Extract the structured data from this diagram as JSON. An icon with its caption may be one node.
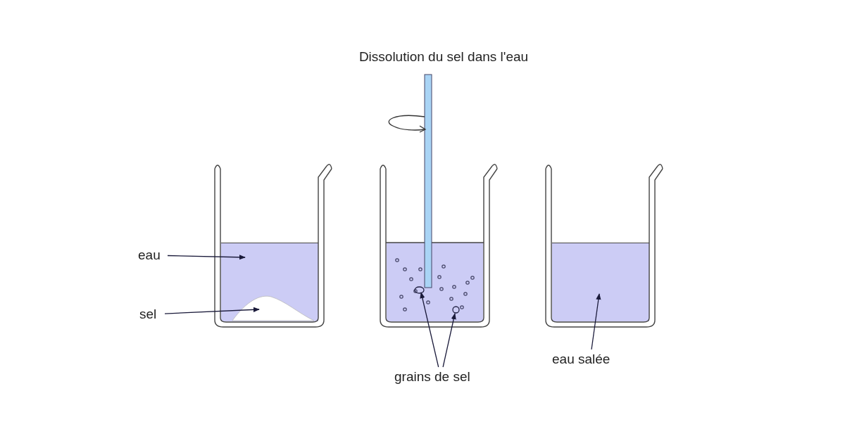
{
  "diagram": {
    "title": "Dissolution du sel dans l'eau",
    "nodes": [
      {
        "text": [
          "eau"
        ]
      },
      {
        "text": [
          "sel"
        ]
      },
      {
        "text": [
          "grains de sel"
        ]
      },
      {
        "text": [
          "eau salée"
        ]
      },
      {
        "text": [],
        "shape": "box"
      },
      {
        "text": [],
        "shape": "picture",
        "in": 4
      },
      {
        "text": [],
        "shape": "circle"
      },
      {
        "text": [],
        "shape": "circle"
      },
      {
        "text": [],
        "shape": "box"
      }
    ],
    "edges": [
      {
        "from": 0,
        "to": 4,
        "arrow": "to"
      },
      {
        "from": 1,
        "to": 5,
        "arrow": "to"
      },
      {
        "from": 2,
        "to": 6,
        "arrow": "to"
      },
      {
        "from": 2,
        "to": 7,
        "arrow": "to"
      },
      {
        "from": 3,
        "to": 8,
        "arrow": "to"
      }
    ]
  }
}
